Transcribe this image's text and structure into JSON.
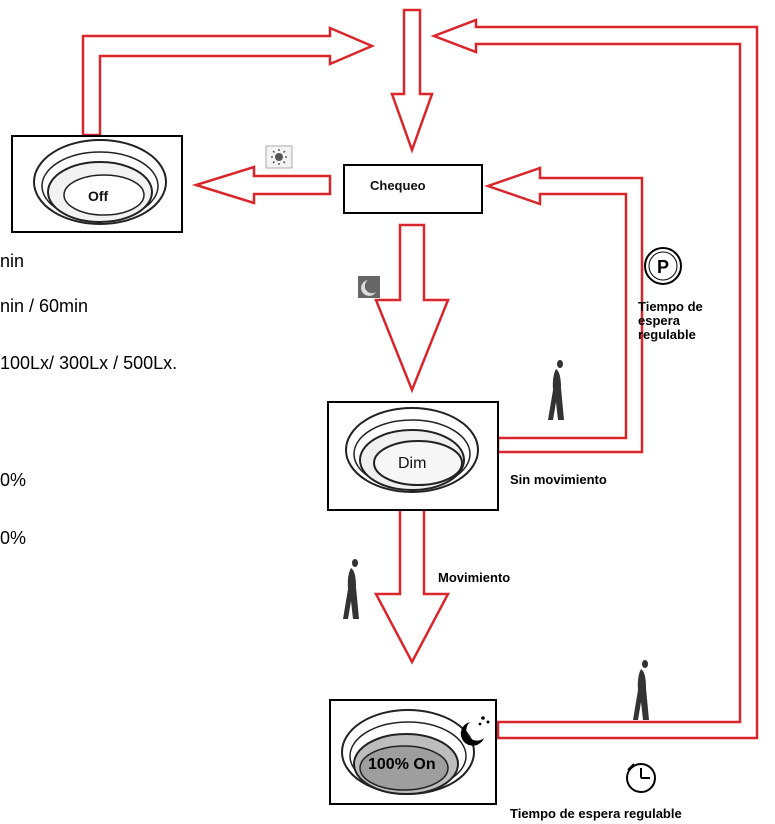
{
  "background_text": [
    "nin",
    "nin / 60min",
    "100Lx/ 300Lx / 500Lx.",
    "0%",
    "0%"
  ],
  "states": {
    "off": "Off",
    "check": "Chequeo",
    "dim": "Dim",
    "on": "100% On"
  },
  "labels": {
    "wait_adjustable_right": [
      "Tiempo de",
      "espera",
      "regulable"
    ],
    "no_motion": "Sin movimiento",
    "motion": "Movimiento",
    "wait_adjustable_bottom": "Tiempo de espera regulable"
  },
  "icons": [
    "sun-icon",
    "moon-icon",
    "clock-icon",
    "walking-person-icon",
    "moon-stars-icon"
  ],
  "colors": {
    "arrow": "#d9262b",
    "line": "#000000"
  }
}
